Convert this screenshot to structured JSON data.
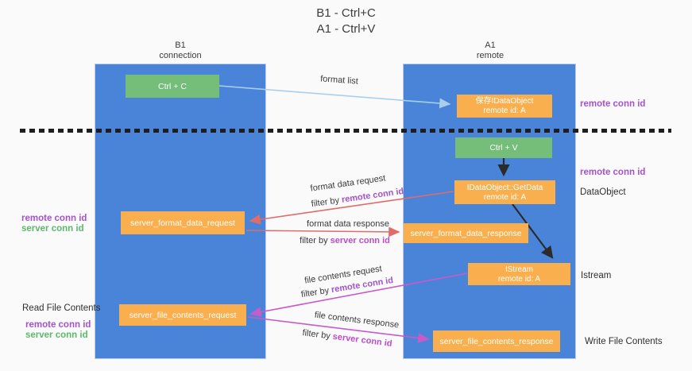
{
  "title": {
    "line1": "B1 - Ctrl+C",
    "line2": "A1 - Ctrl+V"
  },
  "lifelines": {
    "left": {
      "name": "B1",
      "role": "connection"
    },
    "right": {
      "name": "A1",
      "role": "remote"
    }
  },
  "boxes": {
    "ctrl_c": "Ctrl + C",
    "ctrl_v": "Ctrl + V",
    "save_idataobject": {
      "line1": "保存IDataObject",
      "line2": "remote id: A"
    },
    "idataobject_getdata": {
      "line1": "IDataObject::GetData",
      "line2": "remote id: A"
    },
    "istream": {
      "line1": "IStream",
      "line2": "remote id: A"
    },
    "server_format_data_request": "server_format_data_request",
    "server_format_data_response": "server_format_data_response",
    "server_file_contents_request": "server_file_contents_request",
    "server_file_contents_response": "server_file_contents_response"
  },
  "arrow_labels": {
    "format_list": "format list",
    "format_data_request": "format data request",
    "format_data_response": "format data response",
    "file_contents_request": "file contents request",
    "file_contents_response": "file contents response",
    "filter_by": "filter by "
  },
  "shared": {
    "remote_conn_id": "remote conn id",
    "server_conn_id": "server conn id"
  },
  "side_labels": {
    "dataobject": "DataObject",
    "istream": "Istream",
    "read_file_contents": "Read File Contents",
    "write_file_contents": "Write File Contents"
  },
  "colors": {
    "background": "#FAFAFA",
    "lifeline_blue": "#4A84D9",
    "box_green": "#74BE79",
    "box_orange": "#F9AF4D",
    "arrow_red": "#E06B6B",
    "arrow_magenta": "#C75BC8",
    "arrow_lightblue": "#A9CFED",
    "arrow_black": "#2B2B2B",
    "text_purple": "#A254C8",
    "text_green": "#5CB96B",
    "text_magenta": "#BB4EC6"
  }
}
